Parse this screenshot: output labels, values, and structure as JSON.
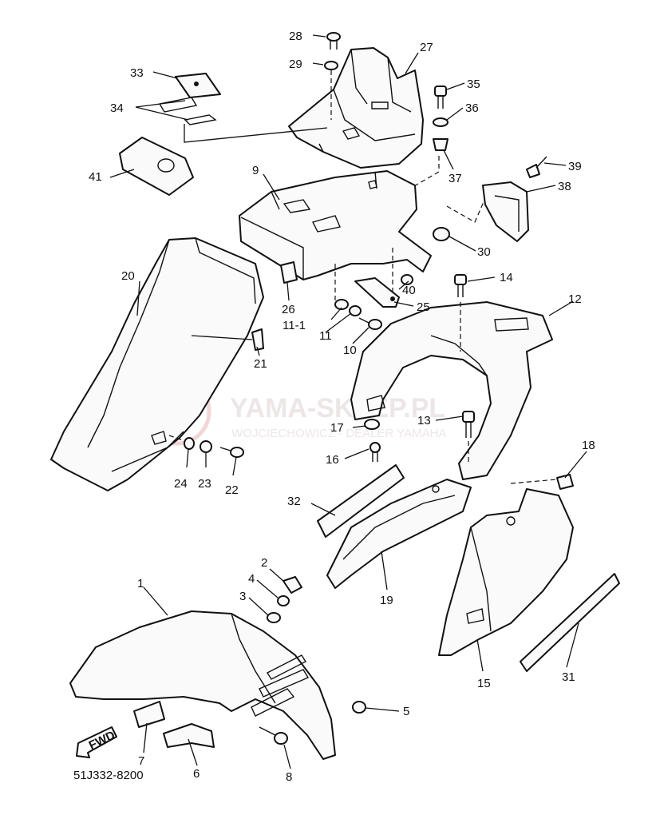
{
  "catalog_code": "51J332-8200",
  "fwd_label": "FWD",
  "watermark": {
    "title": "YAMA-SKLEP.PL",
    "subtitle": "WOJCIECHOWICZ - DEALER YAMAHA"
  },
  "callouts": [
    "1",
    "2",
    "3",
    "4",
    "5",
    "6",
    "7",
    "8",
    "9",
    "10",
    "11",
    "11-1",
    "12",
    "13",
    "14",
    "15",
    "16",
    "17",
    "18",
    "19",
    "20",
    "21",
    "22",
    "23",
    "24",
    "25",
    "26",
    "27",
    "28",
    "29",
    "30",
    "31",
    "32",
    "33",
    "34",
    "35",
    "36",
    "37",
    "38",
    "39",
    "40",
    "41"
  ],
  "colors": {
    "line": "#111111",
    "watermark": "#e5b8b8"
  }
}
